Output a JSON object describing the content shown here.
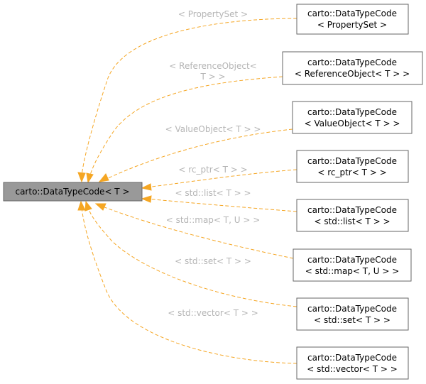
{
  "base_class": {
    "label": "carto::DataTypeCode< T >"
  },
  "specializations": [
    {
      "line1": "carto::DataTypeCode",
      "line2": "< PropertySet >",
      "edge_label": [
        "< PropertySet >"
      ]
    },
    {
      "line1": "carto::DataTypeCode",
      "line2": "< ReferenceObject< T > >",
      "edge_label": [
        "< ReferenceObject<",
        "T > >"
      ]
    },
    {
      "line1": "carto::DataTypeCode",
      "line2": "< ValueObject< T > >",
      "edge_label": [
        "< ValueObject< T > >"
      ]
    },
    {
      "line1": "carto::DataTypeCode",
      "line2": "< rc_ptr< T > >",
      "edge_label": [
        "< rc_ptr< T > >"
      ]
    },
    {
      "line1": "carto::DataTypeCode",
      "line2": "< std::list< T > >",
      "edge_label": [
        "< std::list< T > >"
      ]
    },
    {
      "line1": "carto::DataTypeCode",
      "line2": "< std::map< T, U > >",
      "edge_label": [
        "< std::map< T, U > >"
      ]
    },
    {
      "line1": "carto::DataTypeCode",
      "line2": "< std::set< T > >",
      "edge_label": [
        "< std::set< T > >"
      ]
    },
    {
      "line1": "carto::DataTypeCode",
      "line2": "< std::vector< T > >",
      "edge_label": [
        "< std::vector< T > >"
      ]
    }
  ],
  "colors": {
    "edge": "#f5a623",
    "edge_label": "#b5b5b5",
    "base_fill": "#999999",
    "node_border": "#666666"
  }
}
